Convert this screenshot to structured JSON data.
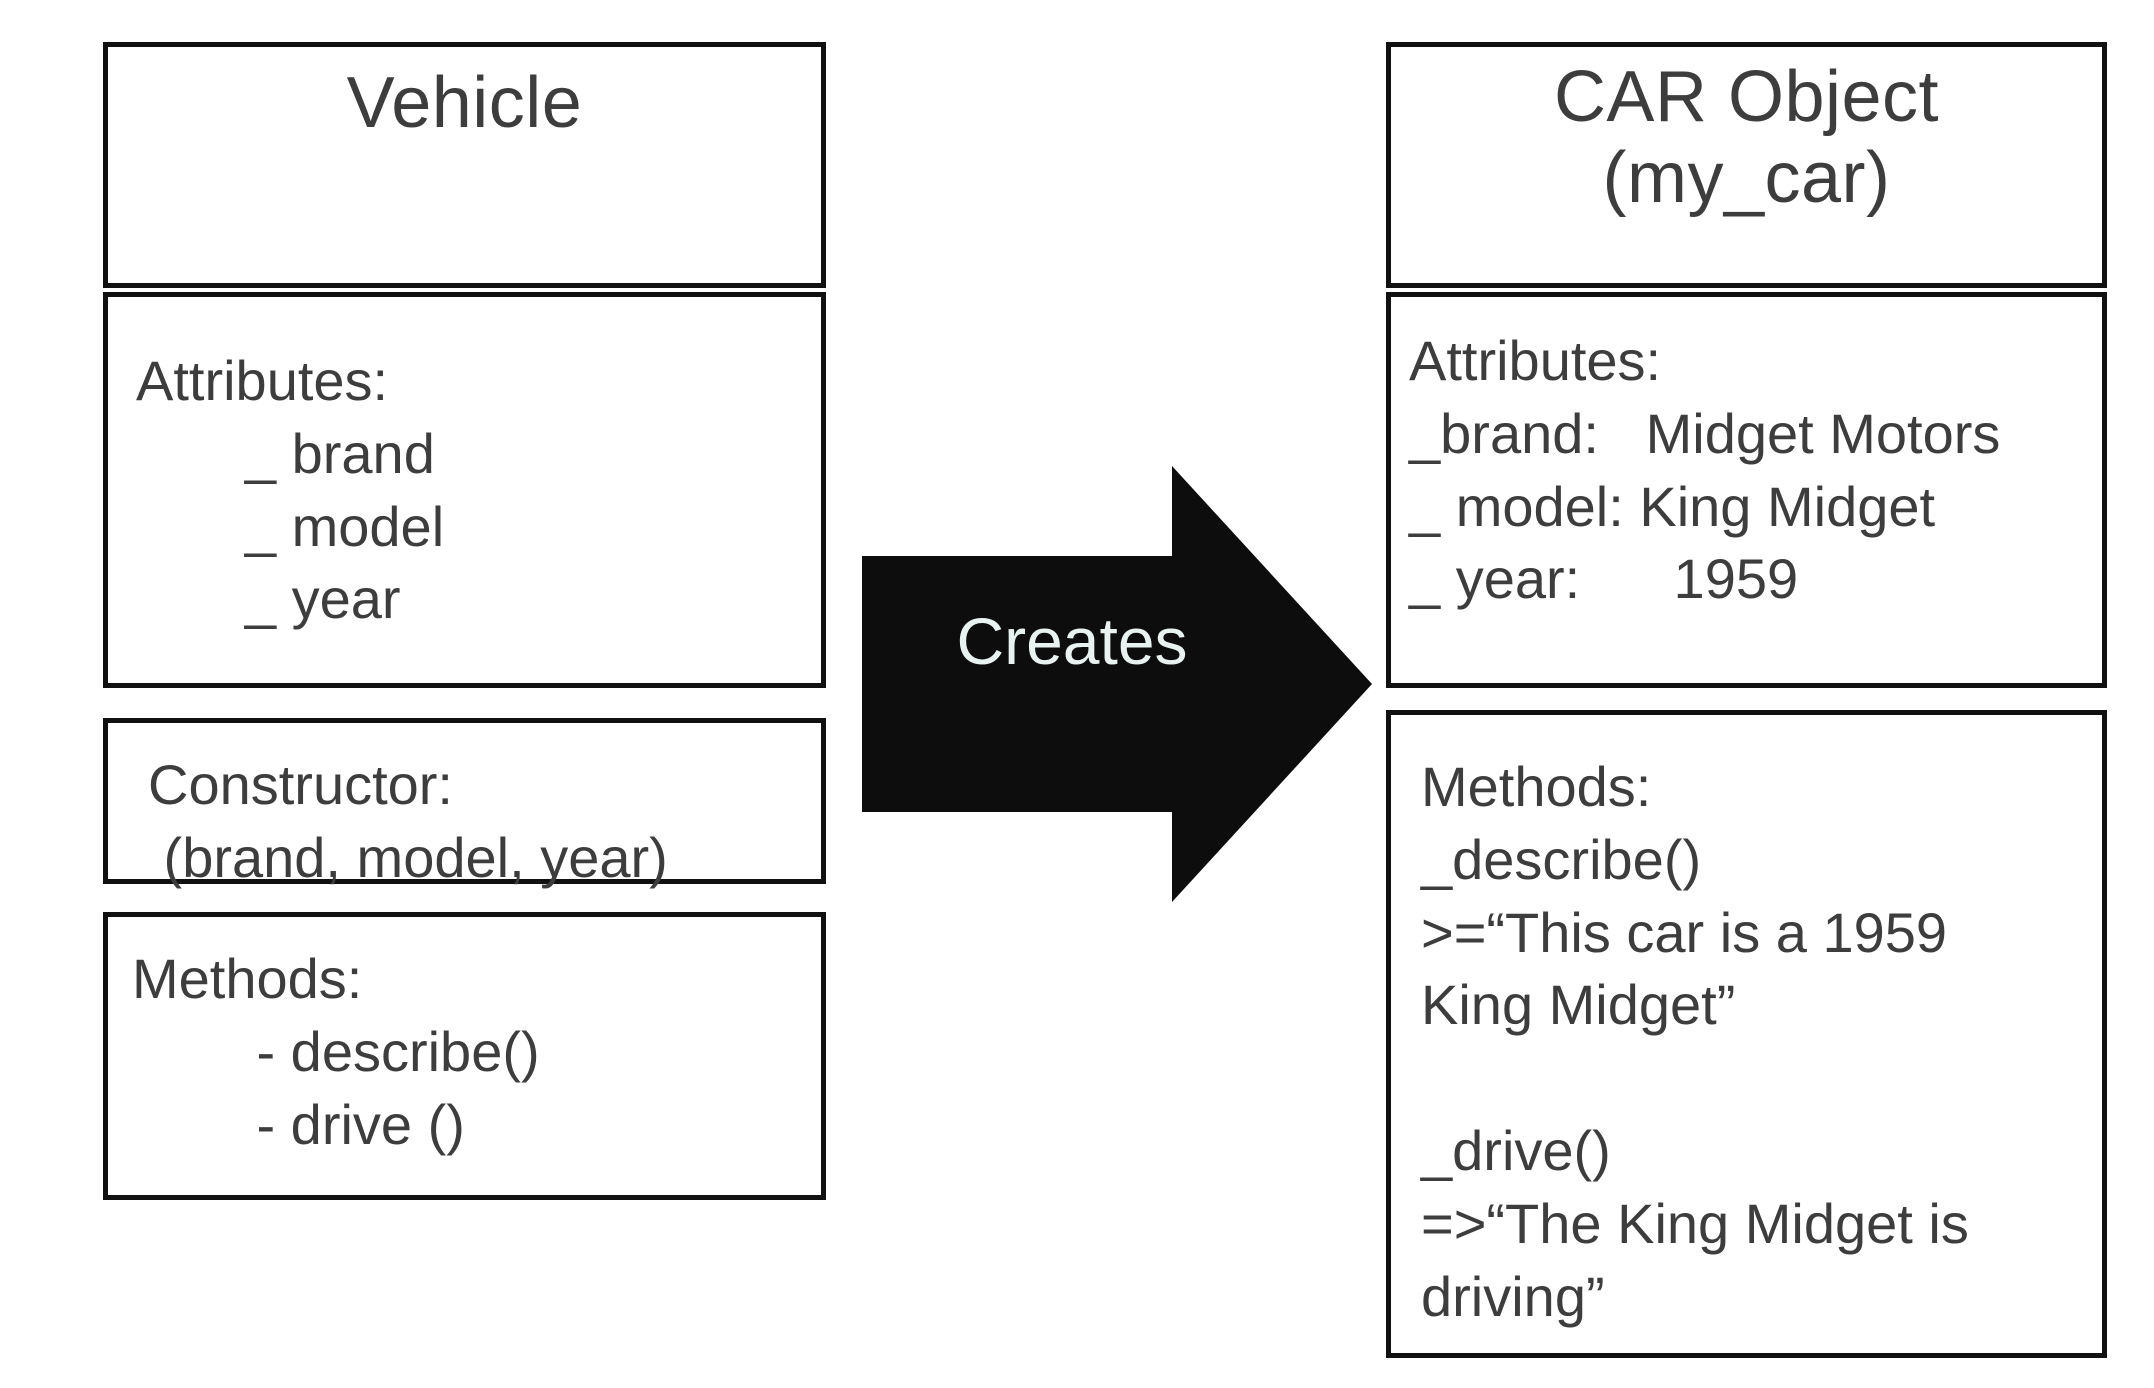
{
  "diagram": {
    "kind": "class-to-object-instantiation",
    "background_color": "#ffffff",
    "border_color": "#111111",
    "text_color": "#3d3d3d"
  },
  "vehicle_class": {
    "title": "Vehicle",
    "attributes": "Attributes:\n       _ brand\n       _ model\n       _ year",
    "constructor": "Constructor:\n (brand, model, year)",
    "methods": "Methods:\n        - describe()\n        - drive ()"
  },
  "arrow": {
    "label": "Creates",
    "color": "#0d0d0d",
    "label_color": "#e8f3f1",
    "direction": "right"
  },
  "car_object": {
    "title": "CAR Object\n(my_car)",
    "attributes": "Attributes:\n_brand:   Midget Motors\n_ model: King Midget\n_ year:      1959",
    "methods": "Methods:\n_describe()\n>=“This car is a 1959\nKing Midget”\n\n_drive()\n=>“The King Midget is\ndriving”"
  }
}
